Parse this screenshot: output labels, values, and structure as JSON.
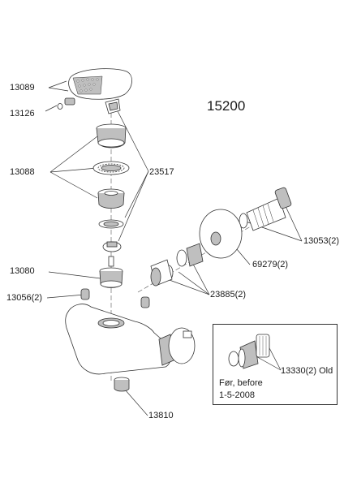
{
  "title": "15200",
  "parts": {
    "shower_head": "13089",
    "nozzle": "13126",
    "rings": "13088",
    "clip": "23517",
    "cartridge": "13080",
    "check_valve": "13056(2)",
    "aerator": "13810",
    "connector": "13053(2)",
    "rosette": "69279(2)",
    "seals": "23885(2)"
  },
  "inset": {
    "part": "13330(2) Old",
    "note_line1": "Før, before",
    "note_line2": "1-5-2008"
  },
  "colors": {
    "line": "#333333",
    "fill": "#ffffff",
    "shade": "#bfbfbf"
  }
}
